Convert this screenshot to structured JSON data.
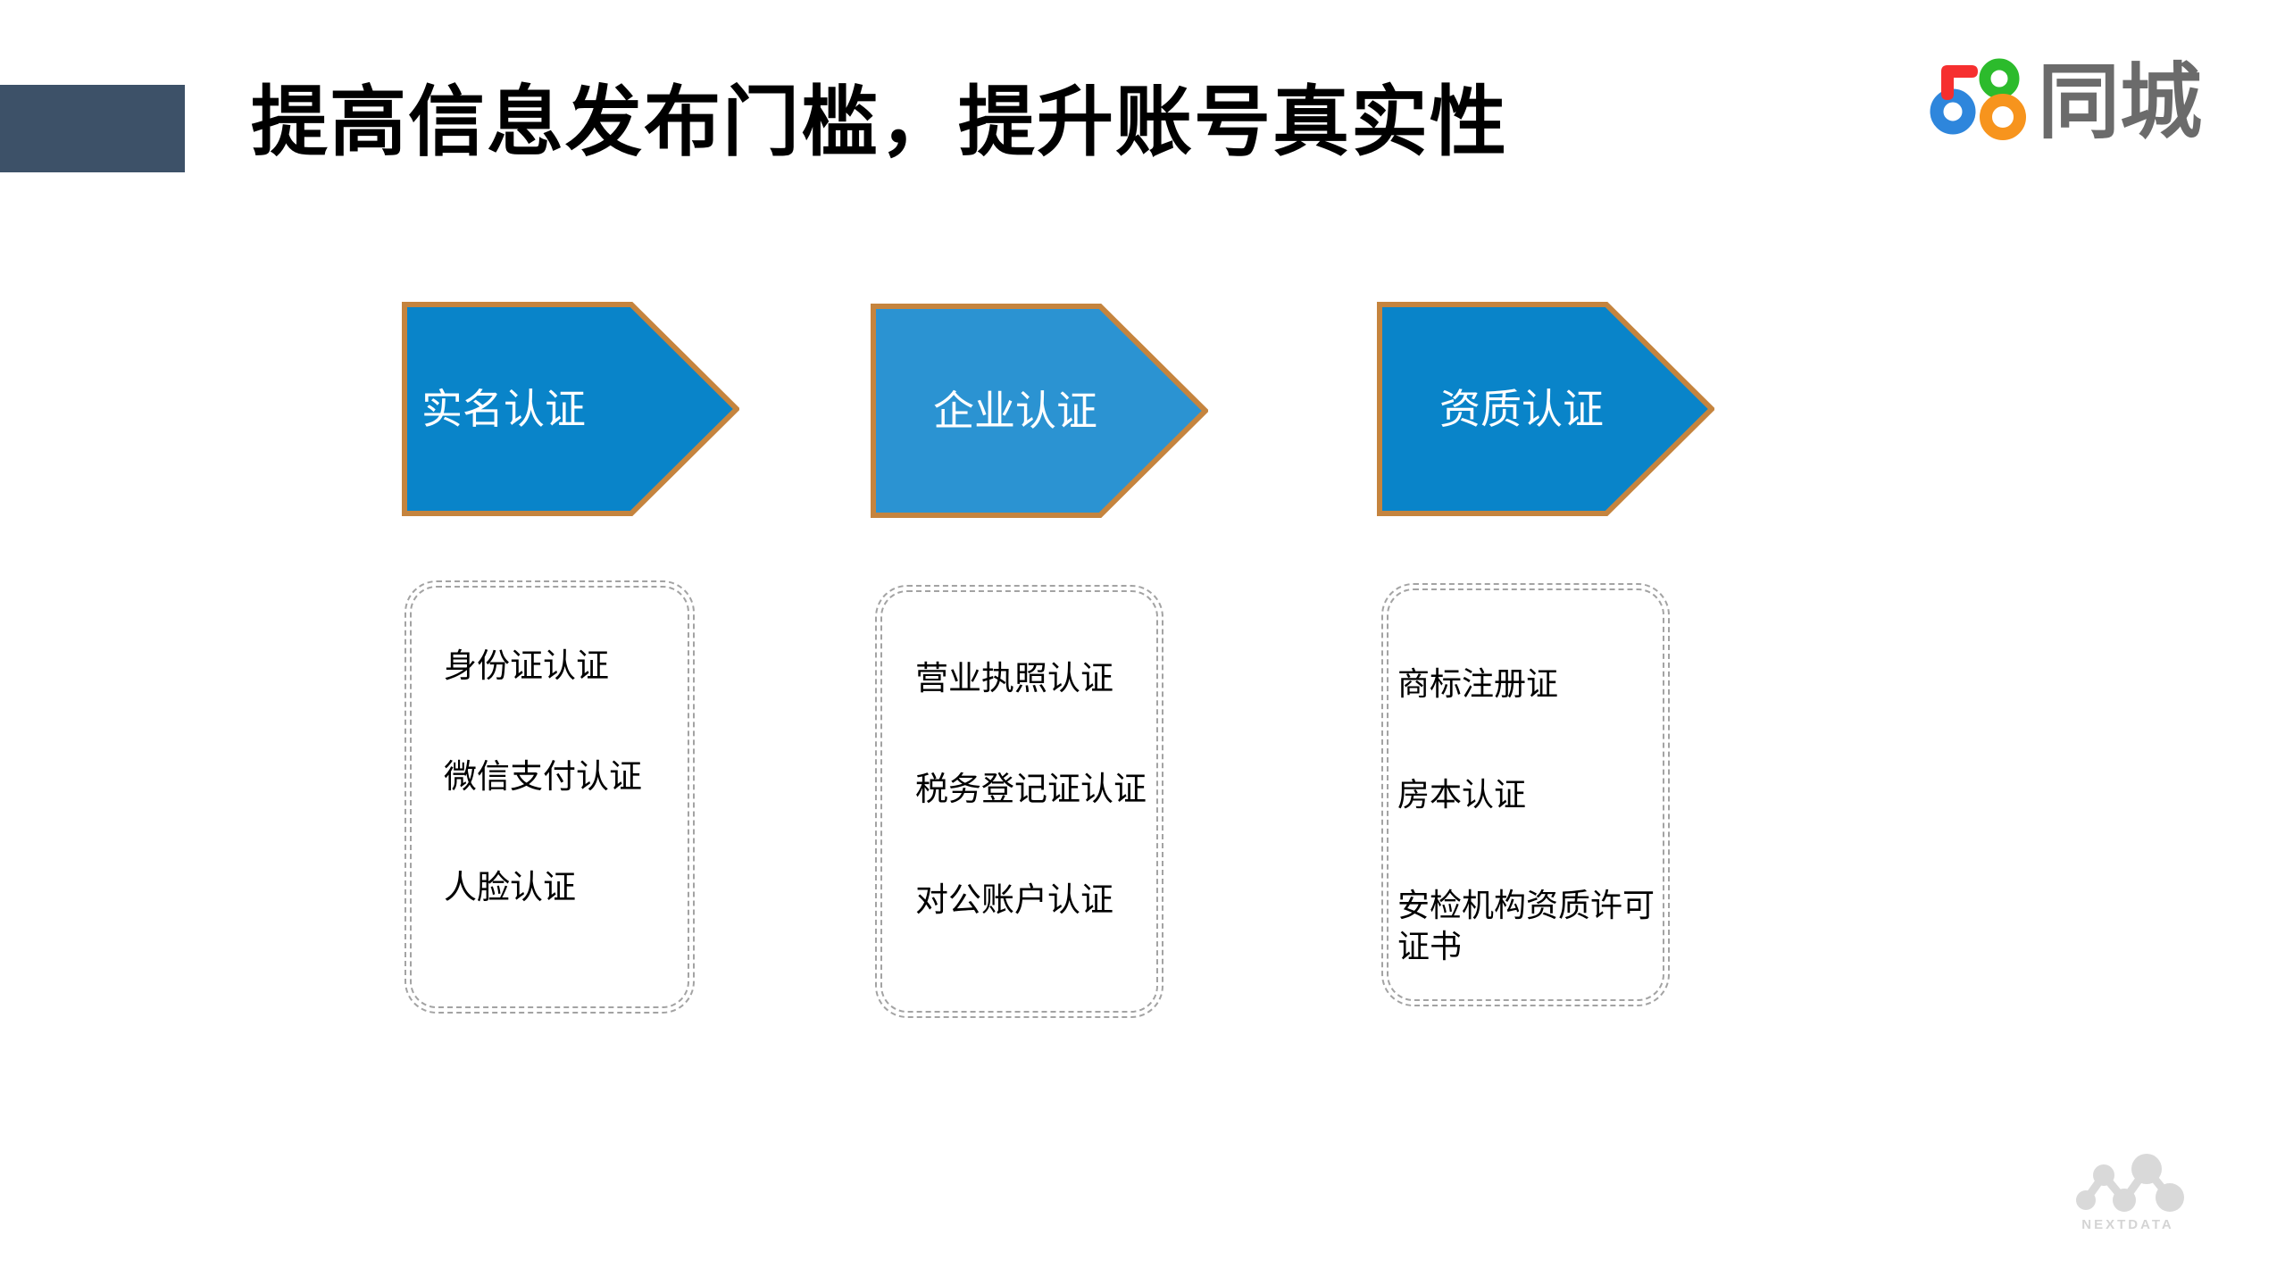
{
  "slide": {
    "title": "提高信息发布门槛，提升账号真实性",
    "logo": {
      "brand_digits": "58",
      "brand_text": "同城"
    },
    "columns": [
      {
        "arrow_label": "实名认证",
        "items": [
          "身份证认证",
          "微信支付认证",
          "人脸认证"
        ]
      },
      {
        "arrow_label": "企业认证",
        "items": [
          "营业执照认证",
          "税务登记证认证",
          "对公账户认证"
        ]
      },
      {
        "arrow_label": "资质认证",
        "items": [
          "商标注册证",
          "房本认证",
          "安检机构资质许可证书"
        ]
      }
    ],
    "watermark": {
      "text": "NEXTDATA"
    },
    "colors": {
      "accent_rect": "#3D5168",
      "arrow_fill_primary": "#0984C9",
      "arrow_fill_secondary": "#2B93D2",
      "arrow_border": "#C5843E",
      "arrow_text": "#FFFFFF",
      "dashed_border": "#A3A3A3",
      "body_text": "#000000",
      "logo_red": "#F62F2F",
      "logo_blue": "#2E86DC",
      "logo_green": "#2CBB2C",
      "logo_orange": "#F7941D",
      "logo_gray": "#6B6B6B",
      "watermark_gray": "#D9D9D9"
    }
  }
}
